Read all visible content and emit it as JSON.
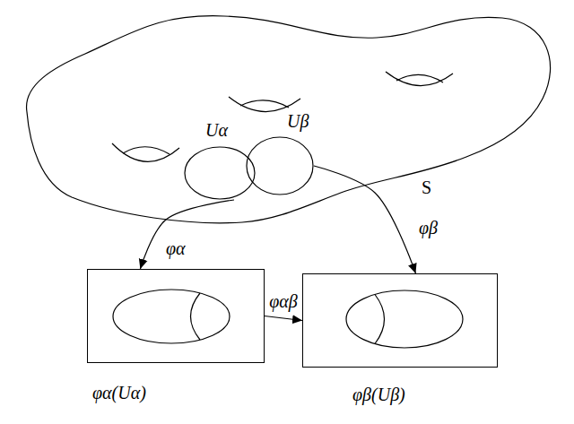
{
  "diagram": {
    "nodes": [
      {
        "text": [
          "S"
        ]
      },
      {
        "text": [
          "Uα"
        ],
        "in": 0
      },
      {
        "text": [
          "Uβ"
        ],
        "in": 0
      },
      {
        "text": [
          "φα(Uα)"
        ]
      },
      {
        "text": [
          "φβ(Uβ)"
        ]
      }
    ],
    "edges": [
      {
        "from": 1,
        "to": 3,
        "arrow": "to",
        "label": "φα"
      },
      {
        "from": 2,
        "to": 4,
        "arrow": "to",
        "label": "φβ"
      },
      {
        "from": 3,
        "to": 4,
        "arrow": "to",
        "label": "φαβ"
      }
    ]
  }
}
